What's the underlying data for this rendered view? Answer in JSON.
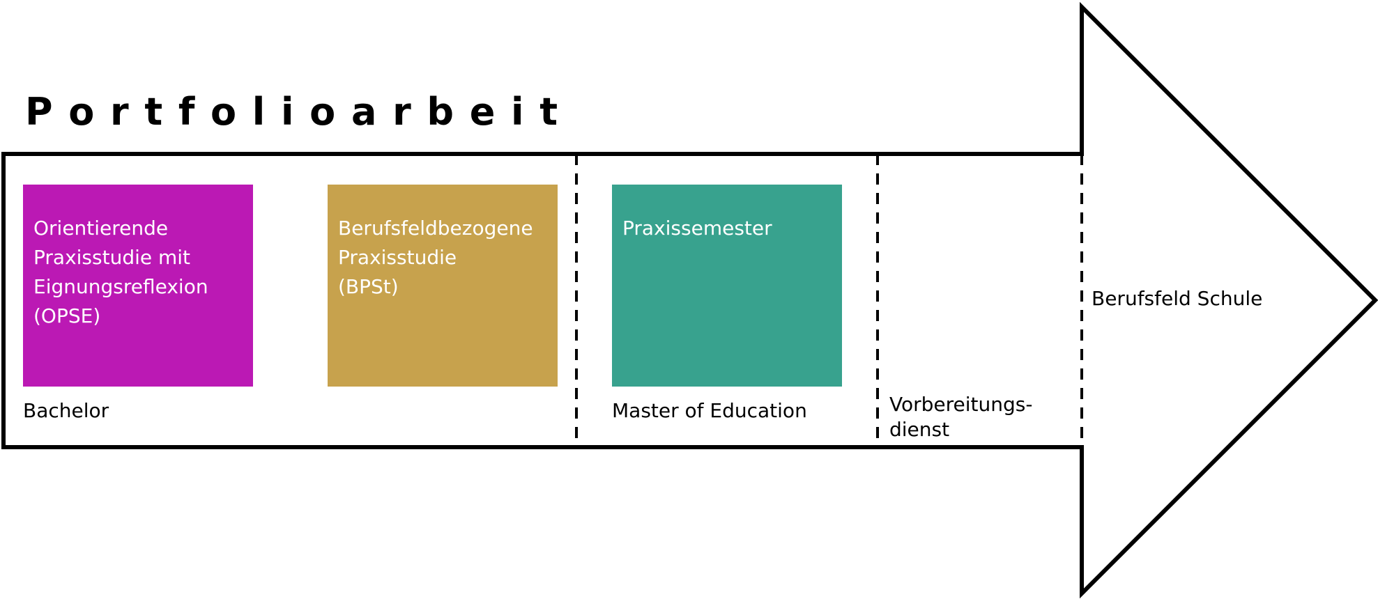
{
  "title": "Portfolioarbeit",
  "colors": {
    "outline": "#000000",
    "opse": "#bb19b4",
    "bpst": "#c7a24d",
    "praxissemester": "#38a28e",
    "box_text": "#ffffff"
  },
  "boxes": [
    {
      "label": "Orientierende\nPraxisstudie mit\nEignungsreflexion\n(OPSE)"
    },
    {
      "label": "Berufsfeldbezogene\nPraxisstudie\n(BPSt)"
    },
    {
      "label": "Praxissemester"
    }
  ],
  "phases": [
    {
      "label": "Bachelor"
    },
    {
      "label": "Master of Education"
    },
    {
      "label": "Vorbereitungs-\ndienst"
    }
  ],
  "endpoint": "Berufsfeld Schule"
}
